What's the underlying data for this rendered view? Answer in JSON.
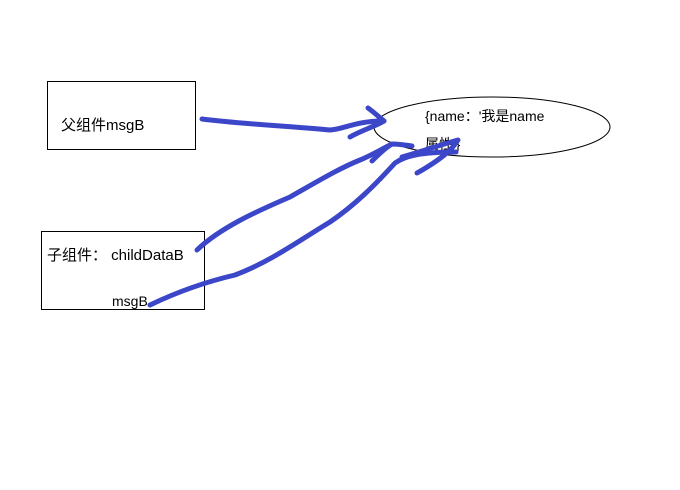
{
  "parent": {
    "label": "父组件msgB"
  },
  "child": {
    "label": "子组件：  childDataB",
    "msg_label": "msgB"
  },
  "target": {
    "line1": "{name：'我是name",
    "line2": "属性'}"
  },
  "colors": {
    "arrow": "#3c46c8",
    "border": "#000000",
    "background": "#ffffff"
  }
}
